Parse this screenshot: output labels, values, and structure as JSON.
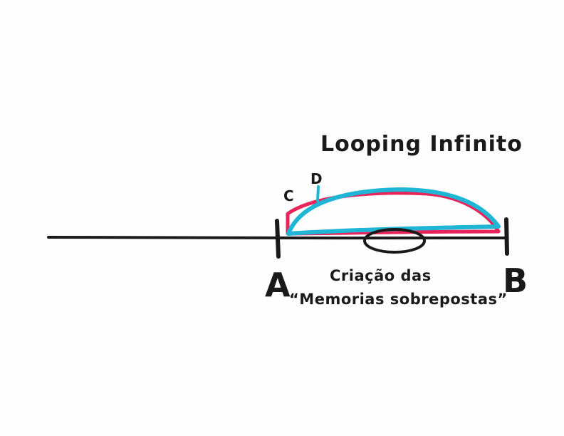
{
  "title": "Looping Infinito",
  "labels": {
    "point_a": "A",
    "point_b": "B",
    "point_c": "C",
    "point_d": "D"
  },
  "caption": {
    "line1": "Criação das",
    "line2": "“Memorias sobrepostas”"
  },
  "colors": {
    "line": "#1a1a1a",
    "path_c": "#e8245a",
    "path_d": "#1fb6d6"
  }
}
